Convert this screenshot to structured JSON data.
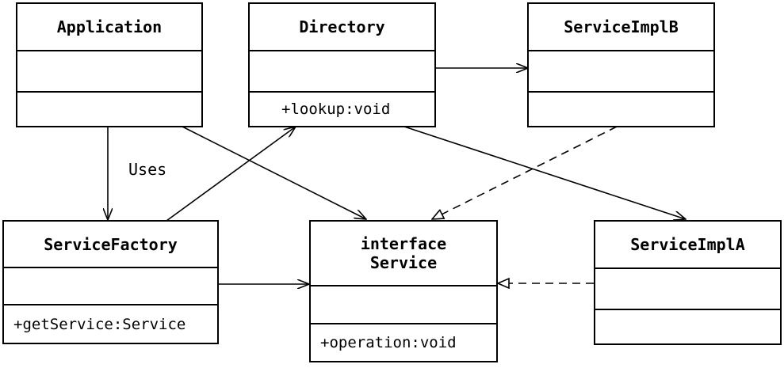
{
  "classes": {
    "application": {
      "name": "Application",
      "operation": ""
    },
    "directory": {
      "name": "Directory",
      "operation": "+lookup:void"
    },
    "service_impl_b": {
      "name": "ServiceImplB",
      "operation": ""
    },
    "service_factory": {
      "name": "ServiceFactory",
      "operation": "+getService:Service"
    },
    "service": {
      "stereotype": "interface",
      "name": "Service",
      "operation": "+operation:void"
    },
    "service_impl_a": {
      "name": "ServiceImplA",
      "operation": ""
    }
  },
  "edges": {
    "uses_label": "Uses"
  },
  "colors": {
    "line": "#000000",
    "background": "#ffffff"
  }
}
